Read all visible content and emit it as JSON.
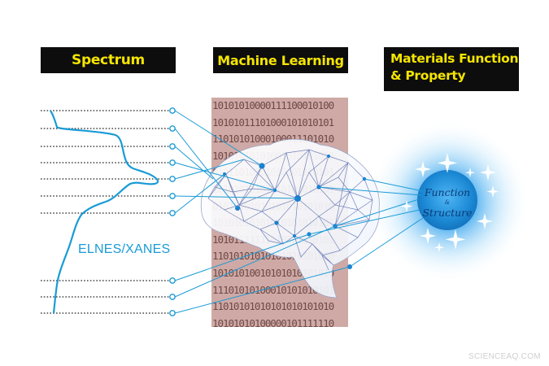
{
  "headers": {
    "spectrum": "Spectrum",
    "machine_learning": "Machine Learning",
    "materials_line1": "Materials Function",
    "materials_line2": "& Property"
  },
  "binary_rows": [
    "10101010000111100010100",
    "10101011101000101010101",
    "11010101000100011101010",
    "10101010101001010101010",
    "01011010101010101010101",
    "10101010101010101010101",
    "01010101010101010101010",
    "10101010101010101010101",
    "10101111111010101010101",
    "11010101010101010101010",
    "10101010010101010101010",
    "11101010100010101010101",
    "11010101010101010101010",
    "10101010100000101111110"
  ],
  "spectrum_label": "ELNES/XANES",
  "orb": {
    "line1": "Function",
    "amp": "&",
    "line2": "Structure"
  },
  "watermark": "SCIENCEAQ.COM",
  "colors": {
    "header_bg": "#0d0d0d",
    "header_text": "#f5e500",
    "accent_blue": "#1a9bd6",
    "binary_bg": "#cfa9a5",
    "orb_blue": "#1e8fd8"
  }
}
